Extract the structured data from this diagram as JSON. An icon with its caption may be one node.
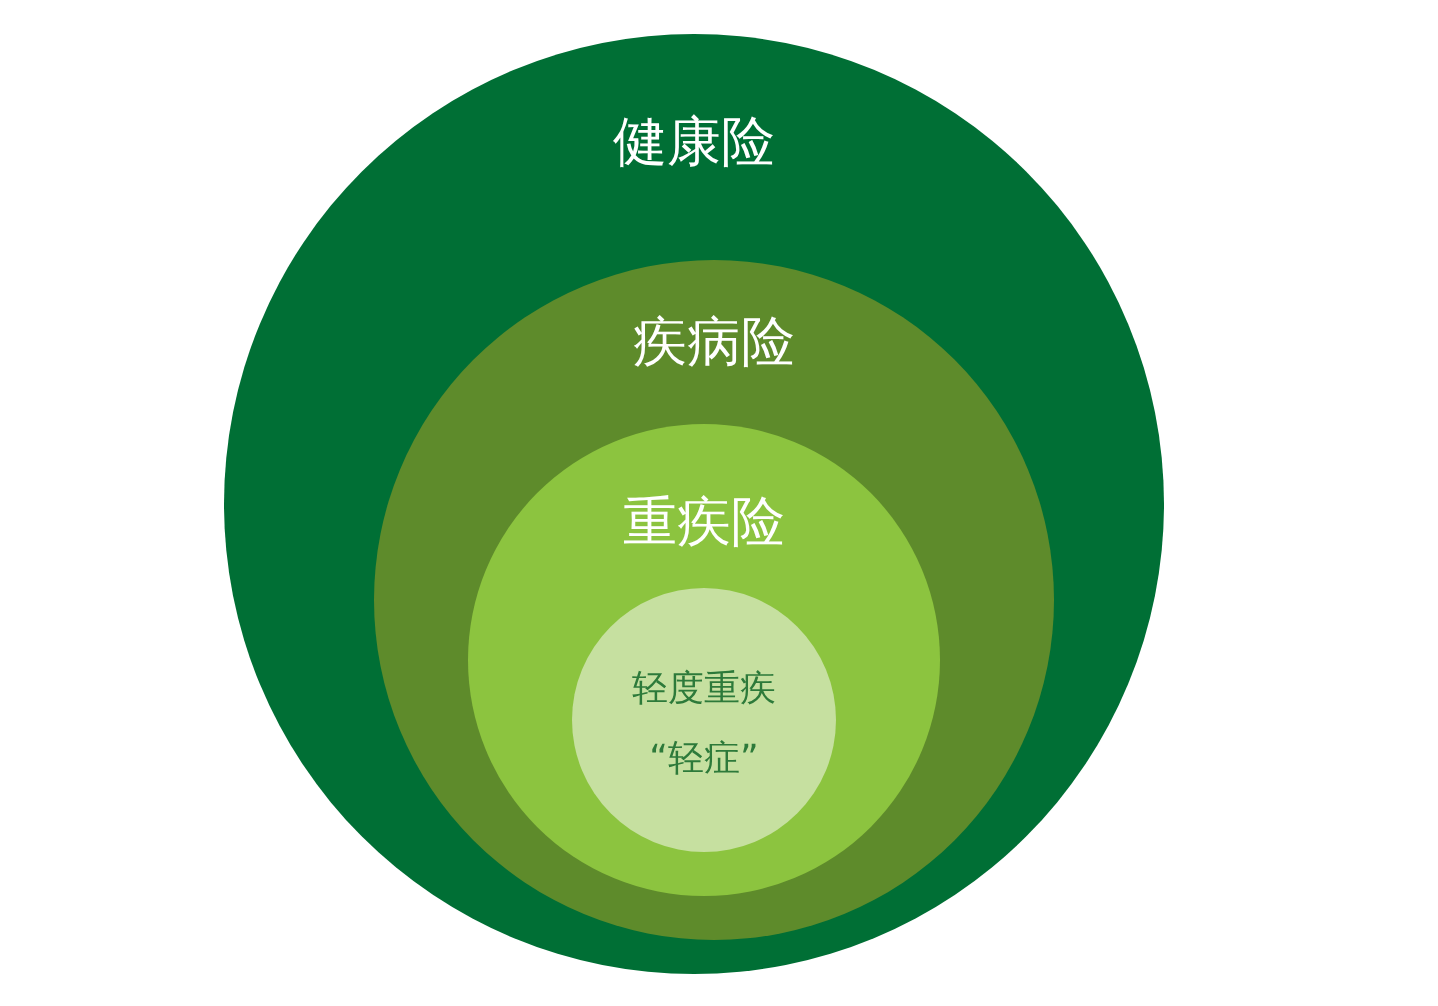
{
  "diagram": {
    "nodes": [
      {
        "text": [
          "健康险"
        ]
      },
      {
        "text": [
          "疾病险"
        ],
        "in": 0
      },
      {
        "text": [
          "重疾险"
        ],
        "in": 1
      },
      {
        "text": [
          "轻度重疾",
          "“轻症”"
        ],
        "in": 2
      }
    ]
  }
}
